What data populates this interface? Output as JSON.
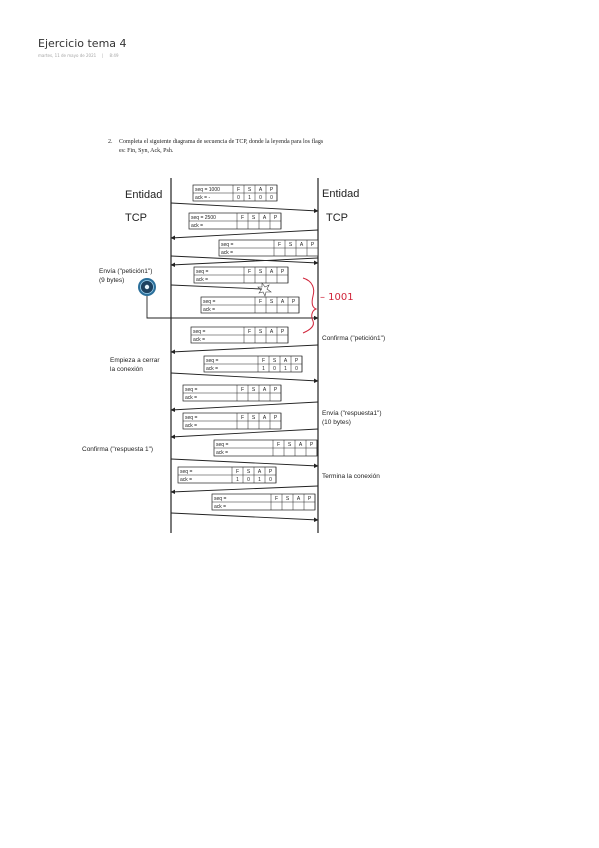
{
  "note": {
    "title": "Ejercicio tema 4",
    "date": "martes, 11 de mayo de 2021",
    "time": "8:49"
  },
  "question": {
    "number": "2.",
    "line1": "Completa el siguiente diagrama de secuencia de TCP, donde la leyenda para los flags",
    "line2": "es: Fin, Syn, Ack, Psh."
  },
  "diagram": {
    "left_entity": [
      "Entidad",
      "TCP"
    ],
    "right_entity": [
      "Entidad",
      "TCP"
    ],
    "flag_headers": [
      "F",
      "S",
      "A",
      "P"
    ],
    "seq_prefix": "seq =",
    "ack_prefix": "ack =",
    "segments": [
      {
        "seq": "seq = 1000",
        "ack": "ack = -",
        "flags": [
          "0",
          "1",
          "0",
          "0"
        ]
      },
      {
        "seq": "seq = 2500",
        "ack": "ack =",
        "flags": [
          "",
          "",
          "",
          ""
        ]
      },
      {
        "seq": "seq =",
        "ack": "ack =",
        "flags": [
          "",
          "",
          "",
          ""
        ]
      },
      {
        "seq": "seq =",
        "ack": "ack =",
        "flags": [
          "",
          "",
          "",
          ""
        ]
      },
      {
        "seq": "seq =",
        "ack": "ack =",
        "flags": [
          "",
          "",
          "",
          ""
        ]
      },
      {
        "seq": "seq =",
        "ack": "ack =",
        "flags": [
          "",
          "",
          "",
          ""
        ]
      },
      {
        "seq": "seq =",
        "ack": "ack =",
        "flags": [
          "1",
          "0",
          "1",
          "0"
        ]
      },
      {
        "seq": "seq =",
        "ack": "ack =",
        "flags": [
          "",
          "",
          "",
          ""
        ]
      },
      {
        "seq": "seq =",
        "ack": "ack =",
        "flags": [
          "",
          "",
          "",
          ""
        ]
      },
      {
        "seq": "seq =",
        "ack": "ack =",
        "flags": [
          "",
          "",
          "",
          ""
        ]
      },
      {
        "seq": "seq =",
        "ack": "ack =",
        "flags": [
          "1",
          "0",
          "1",
          "0"
        ]
      },
      {
        "seq": "seq =",
        "ack": "ack =",
        "flags": [
          "",
          "",
          "",
          ""
        ]
      }
    ],
    "events": {
      "envia_peticion": [
        "Envía (\"petición1\")",
        "(9 bytes)"
      ],
      "confirma_peticion": "Confirma (\"petición1\")",
      "empieza_cerrar": [
        "Empieza a cerrar",
        "la conexión"
      ],
      "envia_respuesta": [
        "Envía (\"respuesta1\")",
        "(10 bytes)"
      ],
      "confirma_respuesta": "Confirma (\"respuesta 1\")",
      "termina": "Termina la conexión"
    },
    "handwritten": "– 1001"
  },
  "colors": {
    "ink": "#222222",
    "handwriting": "#d0243a",
    "timer_outer": "#2b6f9a",
    "timer_inner": "#1e4260"
  }
}
